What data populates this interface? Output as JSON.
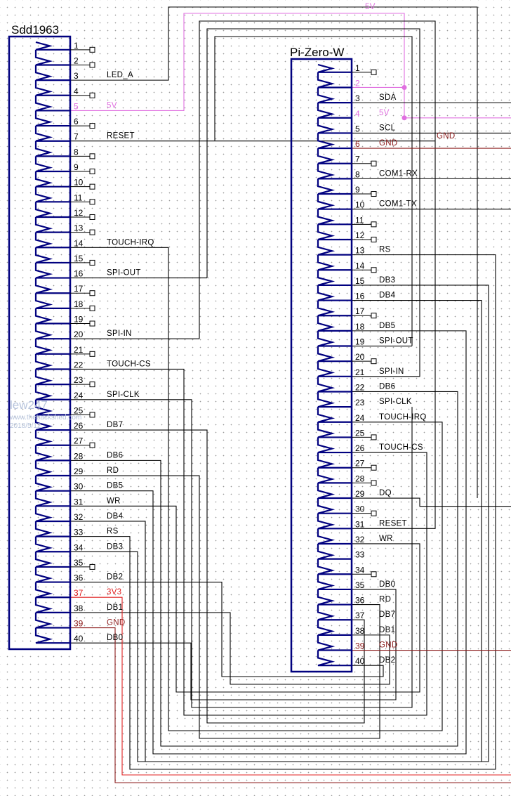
{
  "colors": {
    "component": "#00007f",
    "wire": "#000000",
    "power_5v": "#e070e0",
    "power_3v3": "#e02020",
    "gnd": "#8b1a1a"
  },
  "components": {
    "left": {
      "title": "Sdd1963",
      "pins": [
        {
          "n": "1",
          "label": "",
          "type": "nc"
        },
        {
          "n": "2",
          "label": "",
          "type": "nc"
        },
        {
          "n": "3",
          "label": "LED_A",
          "type": "sig"
        },
        {
          "n": "4",
          "label": "",
          "type": "nc"
        },
        {
          "n": "5",
          "label": "5V",
          "type": "5v"
        },
        {
          "n": "6",
          "label": "",
          "type": "nc"
        },
        {
          "n": "7",
          "label": "RESET",
          "type": "sig"
        },
        {
          "n": "8",
          "label": "",
          "type": "nc"
        },
        {
          "n": "9",
          "label": "",
          "type": "nc"
        },
        {
          "n": "10",
          "label": "",
          "type": "nc"
        },
        {
          "n": "11",
          "label": "",
          "type": "nc"
        },
        {
          "n": "12",
          "label": "",
          "type": "nc"
        },
        {
          "n": "13",
          "label": "",
          "type": "nc"
        },
        {
          "n": "14",
          "label": "TOUCH-IRQ",
          "type": "sig"
        },
        {
          "n": "15",
          "label": "",
          "type": "nc"
        },
        {
          "n": "16",
          "label": "SPI-OUT",
          "type": "sig"
        },
        {
          "n": "17",
          "label": "",
          "type": "nc"
        },
        {
          "n": "18",
          "label": "",
          "type": "nc"
        },
        {
          "n": "19",
          "label": "",
          "type": "nc"
        },
        {
          "n": "20",
          "label": "SPI-IN",
          "type": "sig"
        },
        {
          "n": "21",
          "label": "",
          "type": "nc"
        },
        {
          "n": "22",
          "label": "TOUCH-CS",
          "type": "sig"
        },
        {
          "n": "23",
          "label": "",
          "type": "nc"
        },
        {
          "n": "24",
          "label": "SPI-CLK",
          "type": "sig"
        },
        {
          "n": "25",
          "label": "",
          "type": "nc"
        },
        {
          "n": "26",
          "label": "DB7",
          "type": "sig"
        },
        {
          "n": "27",
          "label": "",
          "type": "nc"
        },
        {
          "n": "28",
          "label": "DB6",
          "type": "sig"
        },
        {
          "n": "29",
          "label": "RD",
          "type": "sig"
        },
        {
          "n": "30",
          "label": "DB5",
          "type": "sig"
        },
        {
          "n": "31",
          "label": "WR",
          "type": "sig"
        },
        {
          "n": "32",
          "label": "DB4",
          "type": "sig"
        },
        {
          "n": "33",
          "label": "RS",
          "type": "sig"
        },
        {
          "n": "34",
          "label": "DB3",
          "type": "sig"
        },
        {
          "n": "35",
          "label": "",
          "type": "nc"
        },
        {
          "n": "36",
          "label": "DB2",
          "type": "sig"
        },
        {
          "n": "37",
          "label": "3V3",
          "type": "3v3"
        },
        {
          "n": "38",
          "label": "DB1",
          "type": "sig"
        },
        {
          "n": "39",
          "label": "GND",
          "type": "gnd"
        },
        {
          "n": "40",
          "label": "DB0",
          "type": "sig"
        }
      ]
    },
    "right": {
      "title": "Pi-Zero-W",
      "pins": [
        {
          "n": "1",
          "label": "",
          "type": "nc"
        },
        {
          "n": "2",
          "label": "",
          "type": "5v"
        },
        {
          "n": "3",
          "label": "SDA",
          "type": "sig"
        },
        {
          "n": "4",
          "label": "5V",
          "type": "5v"
        },
        {
          "n": "5",
          "label": "SCL",
          "type": "sig"
        },
        {
          "n": "6",
          "label": "GND",
          "type": "gnd"
        },
        {
          "n": "7",
          "label": "",
          "type": "nc"
        },
        {
          "n": "8",
          "label": "COM1-RX",
          "type": "sig"
        },
        {
          "n": "9",
          "label": "",
          "type": "nc"
        },
        {
          "n": "10",
          "label": "COM1-TX",
          "type": "sig"
        },
        {
          "n": "11",
          "label": "",
          "type": "nc"
        },
        {
          "n": "12",
          "label": "",
          "type": "nc"
        },
        {
          "n": "13",
          "label": "RS",
          "type": "sig"
        },
        {
          "n": "14",
          "label": "",
          "type": "nc"
        },
        {
          "n": "15",
          "label": "DB3",
          "type": "sig"
        },
        {
          "n": "16",
          "label": "DB4",
          "type": "sig"
        },
        {
          "n": "17",
          "label": "",
          "type": "nc"
        },
        {
          "n": "18",
          "label": "DB5",
          "type": "sig"
        },
        {
          "n": "19",
          "label": "SPI-OUT",
          "type": "sig"
        },
        {
          "n": "20",
          "label": "",
          "type": "nc"
        },
        {
          "n": "21",
          "label": "SPI-IN",
          "type": "sig"
        },
        {
          "n": "22",
          "label": "DB6",
          "type": "sig"
        },
        {
          "n": "23",
          "label": "SPI-CLK",
          "type": "sig"
        },
        {
          "n": "24",
          "label": "TOUCH-IRQ",
          "type": "sig"
        },
        {
          "n": "25",
          "label": "",
          "type": "nc"
        },
        {
          "n": "26",
          "label": "TOUCH-CS",
          "type": "sig"
        },
        {
          "n": "27",
          "label": "",
          "type": "nc"
        },
        {
          "n": "28",
          "label": "",
          "type": "nc"
        },
        {
          "n": "29",
          "label": "DQ",
          "type": "sig"
        },
        {
          "n": "30",
          "label": "",
          "type": "nc"
        },
        {
          "n": "31",
          "label": "RESET",
          "type": "sig"
        },
        {
          "n": "32",
          "label": "WR",
          "type": "sig"
        },
        {
          "n": "33",
          "label": "",
          "type": "sig"
        },
        {
          "n": "34",
          "label": "",
          "type": "nc"
        },
        {
          "n": "35",
          "label": "DB0",
          "type": "sig"
        },
        {
          "n": "36",
          "label": "RD",
          "type": "sig"
        },
        {
          "n": "37",
          "label": "DB7",
          "type": "sig"
        },
        {
          "n": "38",
          "label": "DB1",
          "type": "sig"
        },
        {
          "n": "39",
          "label": "GND",
          "type": "gnd"
        },
        {
          "n": "40",
          "label": "DB2",
          "type": "sig"
        }
      ]
    }
  },
  "net_labels": {
    "top_5v": "5V",
    "right_gnd": "GND"
  },
  "watermark": {
    "author": "lew247",
    "site": "www.thebackshed.com",
    "date": "2018/5/12"
  }
}
